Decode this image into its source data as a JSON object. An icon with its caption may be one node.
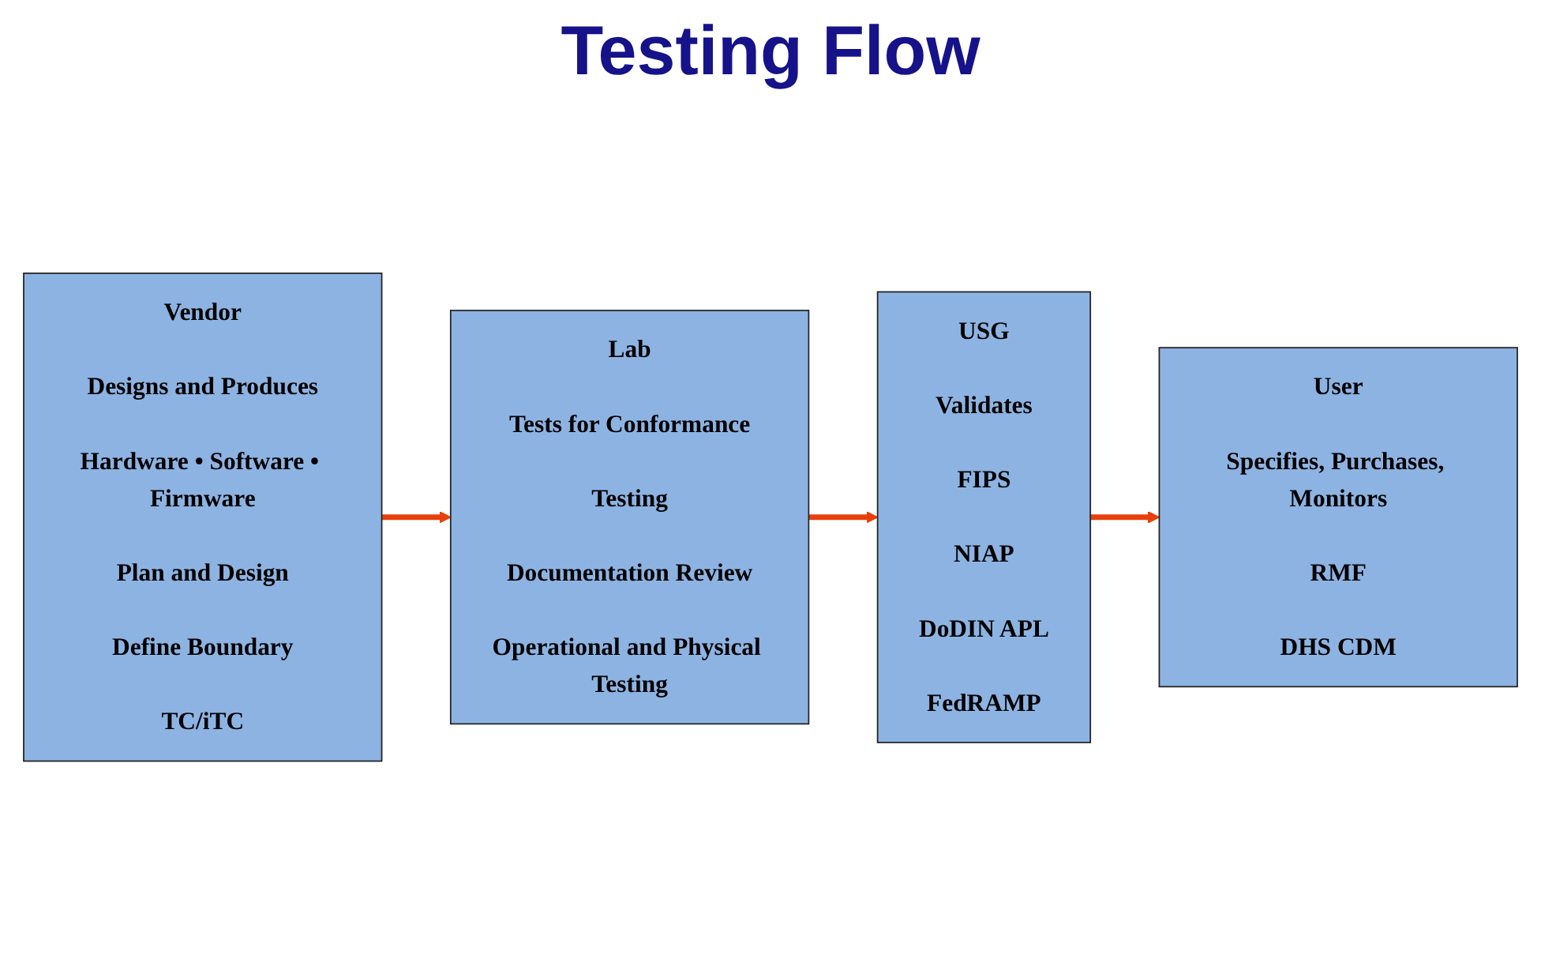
{
  "diagram": {
    "title": "Testing Flow",
    "nodes": [
      {
        "text": [
          "Vendor",
          "Designs and Produces",
          "Hardware • Software • Firmware",
          "Plan and Design",
          "Define Boundary",
          "TC/iTC"
        ]
      },
      {
        "text": [
          "Lab",
          "Tests for Conformance",
          "Testing",
          "Documentation Review",
          "Operational and Physical Testing"
        ]
      },
      {
        "text": [
          "USG",
          "Validates",
          "FIPS",
          "NIAP",
          "DoDIN APL",
          "FedRAMP"
        ]
      },
      {
        "text": [
          "User",
          "Specifies, Purchases, Monitors",
          "RMF",
          "DHS CDM"
        ]
      }
    ],
    "edges": [
      {
        "from": 0,
        "to": 1,
        "arrow": "to"
      },
      {
        "from": 1,
        "to": 2,
        "arrow": "to"
      },
      {
        "from": 2,
        "to": 3,
        "arrow": "to"
      }
    ]
  }
}
